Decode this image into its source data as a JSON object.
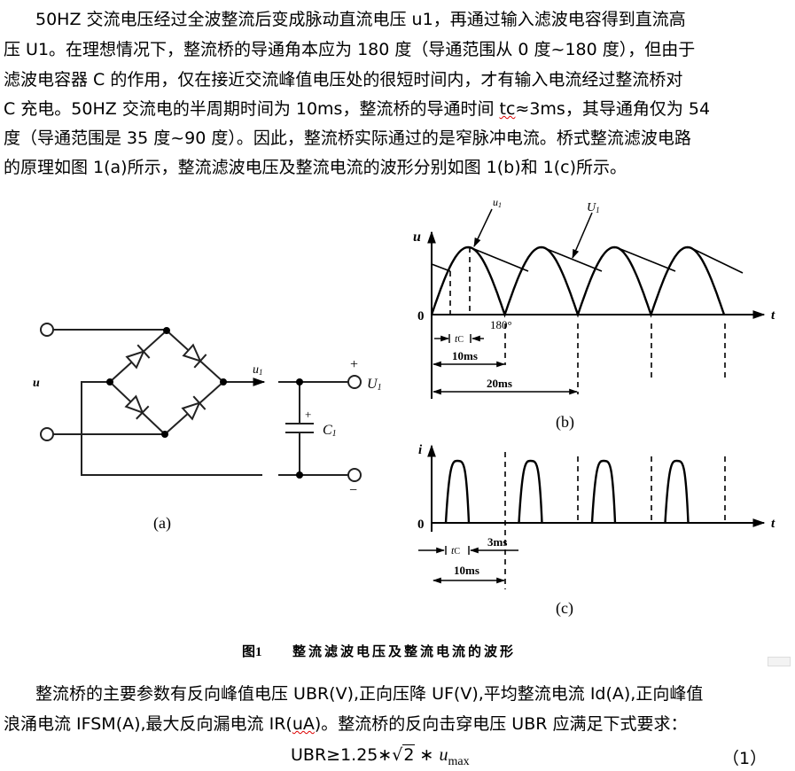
{
  "paragraph1": {
    "lines": [
      [
        "50HZ 交流电压经过全波整流后变成脉动直流电压 u1，再通过输入滤波电容得到直流高"
      ],
      [
        "压 U1。在理想情况下，整流桥的导通角本应为 180 度（导通范围从 0 度~180 度），但由于"
      ],
      [
        "滤波电容器 C 的作用，仅在接近交流峰值电压处的很短时间内，才有输入电流经过整流桥对"
      ],
      [
        "C 充电。50HZ 交流电的半周期时间为 10ms，整流桥的导通时间 ",
        "tc",
        "≈3ms，其导通角仅为 54"
      ],
      [
        "度（导通范围是 35 度~90 度）。因此，整流桥实际通过的是窄脉冲电流。桥式整流滤波电路"
      ],
      [
        "的原理如图 1(a)所示，整流滤波电压及整流电流的波形分别如图 1(b)和 1(c)所示。"
      ]
    ]
  },
  "figure": {
    "a": {
      "label_u": "u",
      "label_u1": "u",
      "label_u1_sub": "1",
      "plus": "+",
      "label_U1": "U",
      "label_U1_sub": "1",
      "cap_plus": "+",
      "label_C1": "C",
      "label_C1_sub": "1",
      "minus": "−",
      "caption": "(a)"
    },
    "b": {
      "ylabel": "u",
      "xlabel": "t",
      "origin": "0",
      "label_u1": "u",
      "label_u1_sub": "1",
      "label_U1": "U",
      "label_U1_sub": "1",
      "deg": "180°",
      "tc": "t",
      "tc_sub": "C",
      "dim10": "10ms",
      "dim20": "20ms",
      "caption": "(b)",
      "half_period_ms": 10,
      "periods_shown": 4,
      "conduction_ms": 3
    },
    "c": {
      "ylabel": "i",
      "xlabel": "t",
      "origin": "0",
      "tc": "t",
      "tc_sub": "C",
      "dim3": "3ms",
      "dim10": "10ms",
      "caption": "(c)"
    },
    "caption_num": "图1",
    "caption_text": "整流滤波电压及整流电流的波形"
  },
  "paragraph2": {
    "lines": [
      [
        "整流桥的主要参数有反向峰值电压 UBR(V),正向压降 UF(V),平均整流电流 Id(A),正向峰值"
      ],
      [
        "浪涌电流 IFSM(A),最大反向漏电流 IR(",
        "uA",
        ")。整流桥的反向击穿电压 UBR 应满足下式要求："
      ]
    ]
  },
  "formula": {
    "lhs": "UBR≥1.25∗",
    "sqrt_arg": "2",
    "mult": " ∗",
    "var": "u",
    "var_sub": "max",
    "eqno": "（1）"
  }
}
